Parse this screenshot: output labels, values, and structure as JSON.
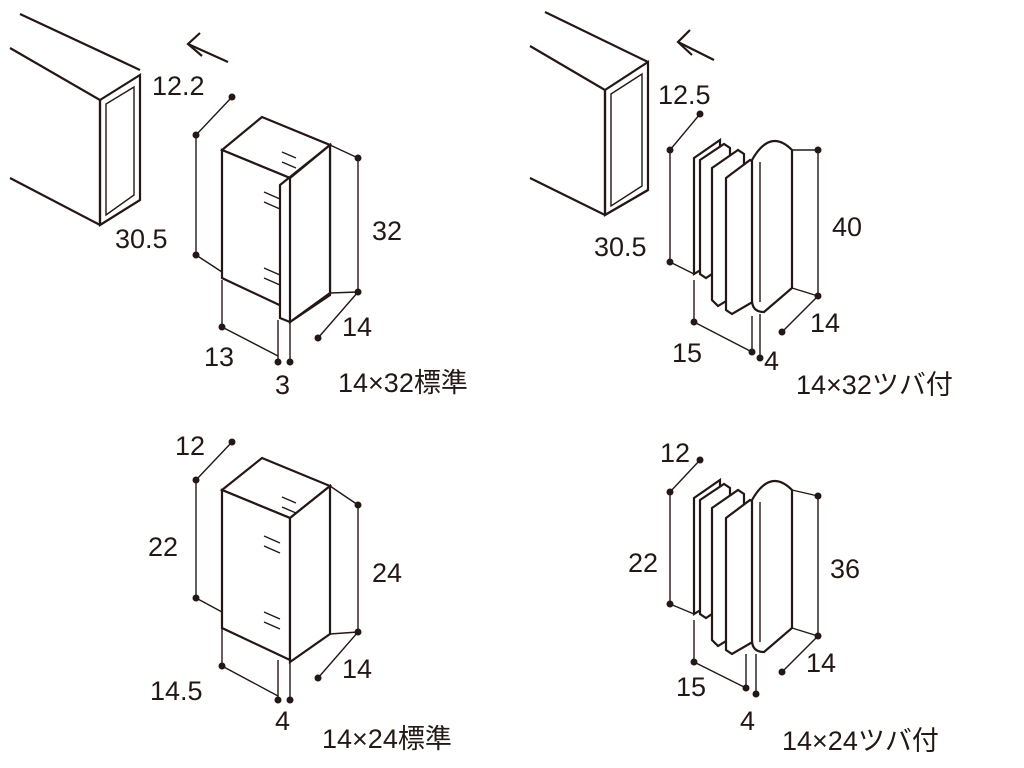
{
  "figures": [
    {
      "id": "fig-14x32-standard",
      "caption": "14×32標準",
      "dims": {
        "tube_width": "12.2",
        "tube_height": "30.5",
        "cap_height": "32",
        "cap_depth": "14",
        "insert_depth": "13",
        "flange": "3"
      }
    },
    {
      "id": "fig-14x32-flange",
      "caption": "14×32ツバ付",
      "dims": {
        "tube_width": "12.5",
        "tube_height": "30.5",
        "cap_height": "40",
        "cap_depth": "14",
        "insert_depth": "15",
        "flange": "4"
      }
    },
    {
      "id": "fig-14x24-standard",
      "caption": "14×24標準",
      "dims": {
        "tube_width": "12",
        "tube_height": "22",
        "cap_height": "24",
        "cap_depth": "14",
        "insert_depth": "14.5",
        "flange": "4"
      }
    },
    {
      "id": "fig-14x24-flange",
      "caption": "14×24ツバ付",
      "dims": {
        "tube_width": "12",
        "tube_height": "22",
        "cap_height": "36",
        "cap_depth": "14",
        "insert_depth": "15",
        "flange": "4"
      }
    }
  ]
}
